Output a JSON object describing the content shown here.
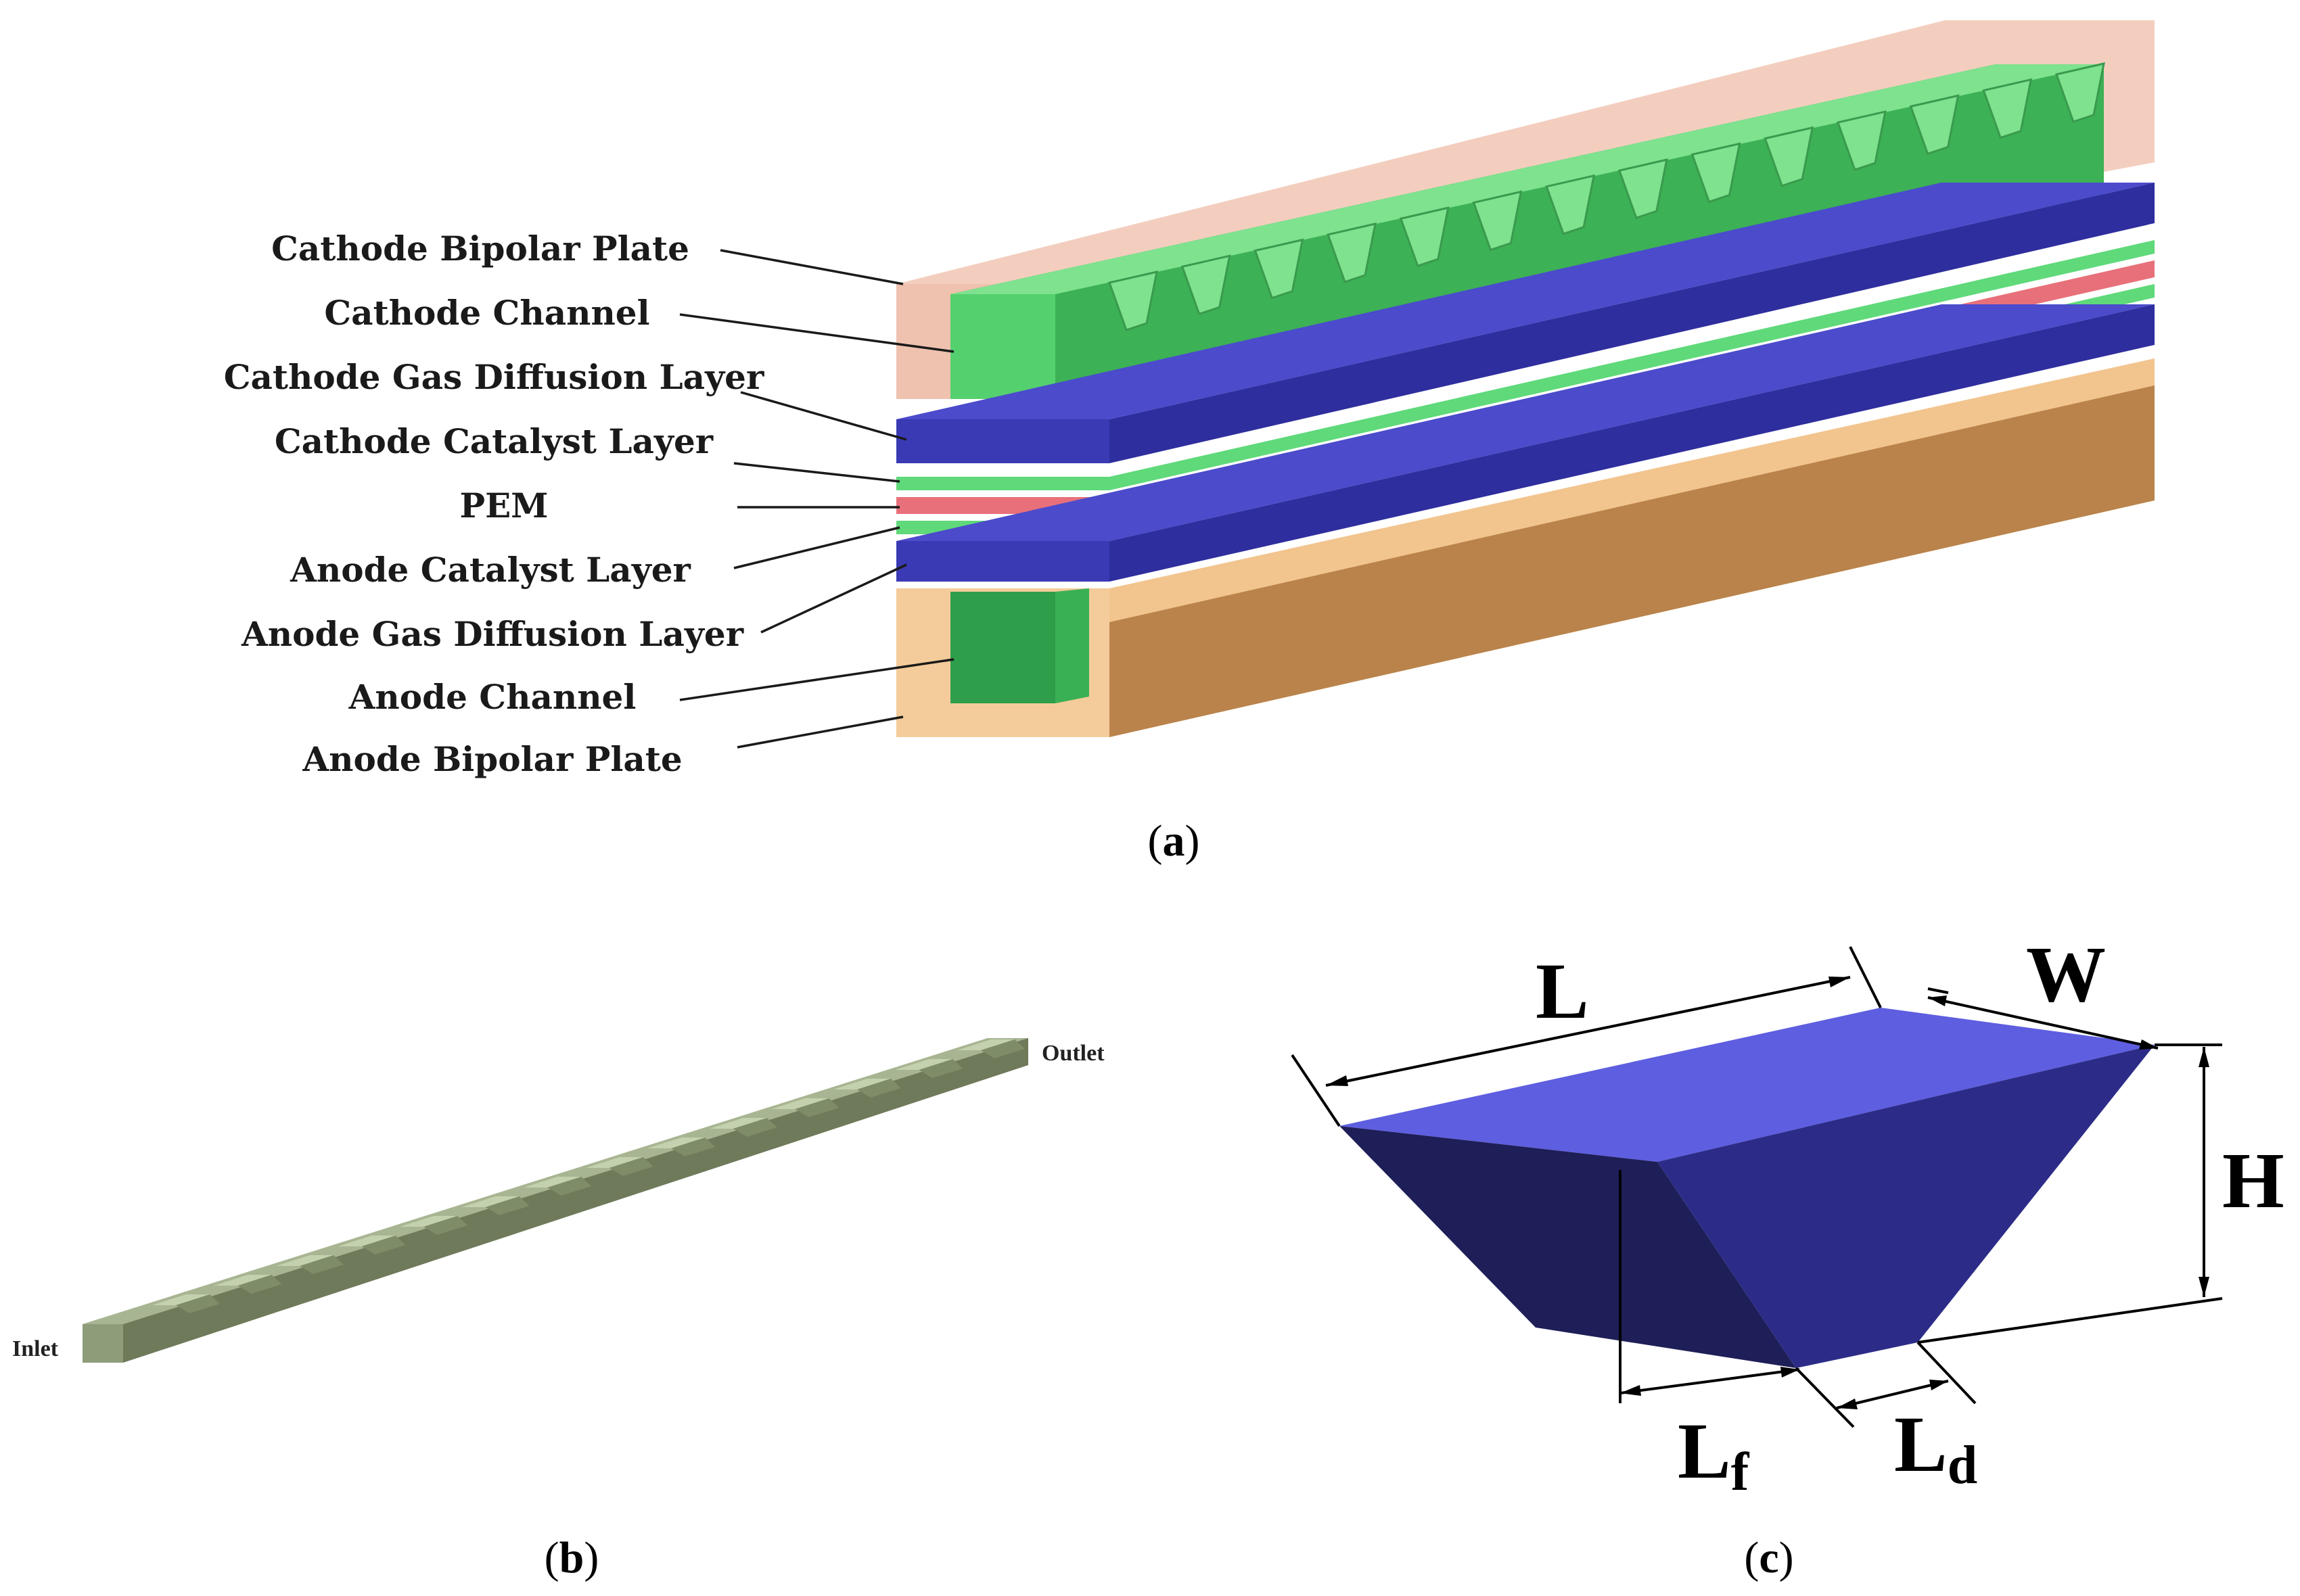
{
  "panel_a": {
    "caption_letter": "a",
    "labels": {
      "cathode_bipolar_plate": "Cathode Bipolar Plate",
      "cathode_channel": "Cathode Channel",
      "cathode_gdl": "Cathode Gas Diffusion Layer",
      "cathode_cl": "Cathode Catalyst Layer",
      "pem": "PEM",
      "anode_cl": "Anode Catalyst Layer",
      "anode_gdl": "Anode Gas Diffusion Layer",
      "anode_channel": "Anode Channel",
      "anode_bipolar_plate": "Anode Bipolar Plate"
    },
    "colors": {
      "cathode_plate": "#F2C9B8",
      "cathode_channel": "#4CC763",
      "gdl": "#3A3AB5",
      "catalyst": "#5FD97A",
      "pem": "#E8707A",
      "anode_plate": "#F2C48E",
      "anode_plate_side": "#B9834B",
      "anode_channel": "#2E9E4A"
    },
    "cathode_baffle_count": 14
  },
  "panel_b": {
    "caption_letter": "b",
    "inlet_label": "Inlet",
    "outlet_label": "Outlet",
    "baffle_count": 14,
    "color": "#8E9C7A"
  },
  "panel_c": {
    "caption_letter": "c",
    "dims": {
      "L": "L",
      "W": "W",
      "H": "H",
      "Lf_main": "L",
      "Lf_sub": "f",
      "Ld_main": "L",
      "Ld_sub": "d"
    },
    "colors": {
      "top": "#5E5EE0",
      "front": "#1E1E58",
      "side": "#2C2C88"
    }
  }
}
